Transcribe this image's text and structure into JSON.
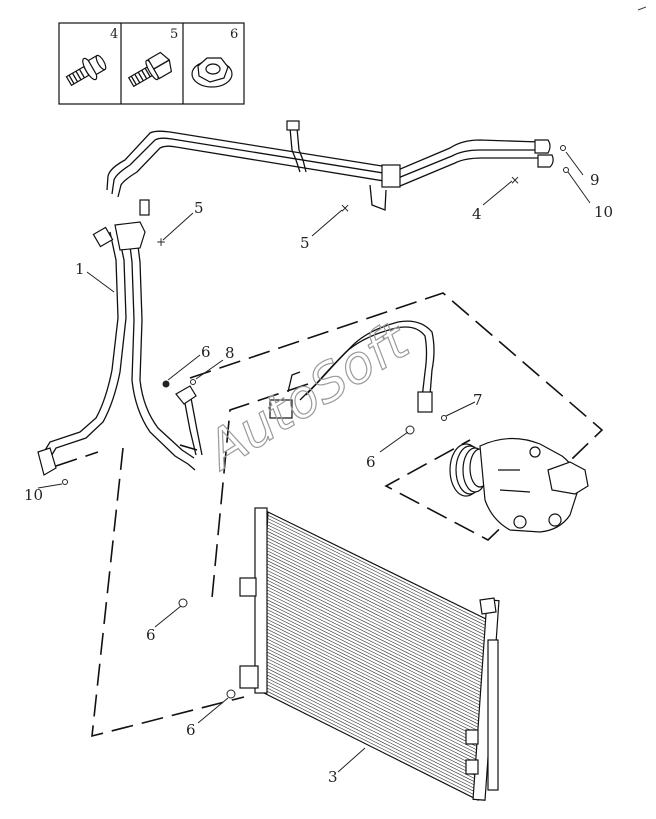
{
  "fastener_box": {
    "items": [
      {
        "number": "4",
        "icon": "bolt-flanged-icon"
      },
      {
        "number": "5",
        "icon": "bolt-hex-icon"
      },
      {
        "number": "6",
        "icon": "nut-flanged-icon"
      }
    ]
  },
  "callouts": {
    "pipe_assembly": "1",
    "condenser": "3",
    "fastener_4": "4",
    "fastener_5_top": "5",
    "fastener_5_mid": "5",
    "nut_6_a": "6",
    "nut_6_b": "6",
    "nut_6_c": "6",
    "nut_6_d": "6",
    "oring_7": "7",
    "oring_8": "8",
    "oring_9": "9",
    "oring_10_right": "10",
    "oring_10_left": "10"
  },
  "watermark": "AutoSoft"
}
